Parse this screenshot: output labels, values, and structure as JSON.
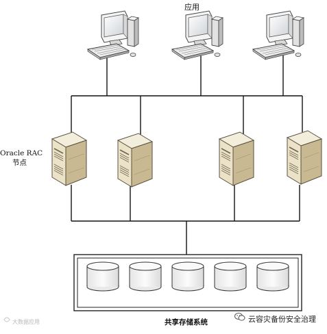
{
  "labels": {
    "application": "应用",
    "rac_line1": "Oracle RAC",
    "rac_line2": "节点",
    "shared_storage": "共享存储系统",
    "watermark": "云容灾备份安全治理",
    "corner_watermark": "大数据应用"
  },
  "icons": {
    "client": "desktop-computer-icon",
    "server": "tower-server-icon",
    "disk": "disk-cylinder-icon",
    "brand": "wechat-icon"
  },
  "colors": {
    "line": "#111111",
    "server_front": "#ece4cf",
    "server_side": "#c9bc98",
    "disk_fill": "#f2f2f2",
    "stroke": "#555555"
  },
  "counts": {
    "clients": 3,
    "servers": 4,
    "disks": 5
  }
}
